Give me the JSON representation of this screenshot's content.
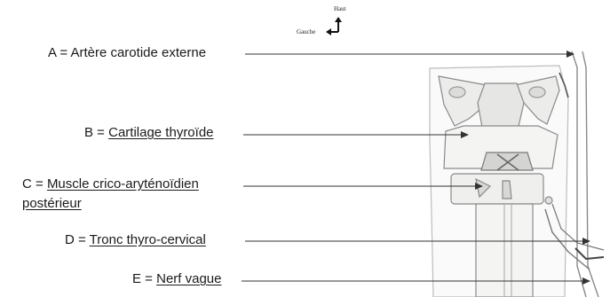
{
  "orientation": {
    "up": "Haut",
    "left": "Gauche",
    "icon": "orientation-arrows-icon"
  },
  "labels": {
    "a": {
      "prefix": "A = ",
      "name": "Artère carotide externe"
    },
    "b": {
      "prefix": "B = ",
      "name": "Cartilage thyroïde"
    },
    "c": {
      "prefix": "C = ",
      "name_line1": "Muscle crico-aryténoïdien",
      "name_line2": "postérieur"
    },
    "d": {
      "prefix": "D = ",
      "name": "Tronc thyro-cervical"
    },
    "e": {
      "prefix": "E = ",
      "name": "Nerf vague"
    }
  },
  "colors": {
    "text": "#1a1a1a",
    "leader": "#333333",
    "sketch": "#8a8a8a",
    "sketch_fill": "#f1f1ef"
  }
}
